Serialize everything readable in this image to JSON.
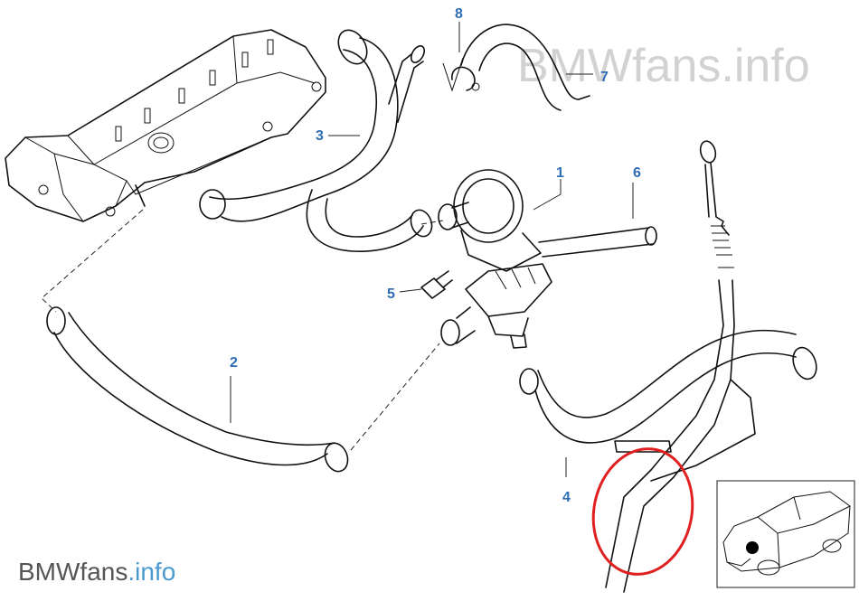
{
  "callouts": {
    "c1": "1",
    "c2": "2",
    "c3": "3",
    "c4": "4",
    "c5": "5",
    "c6": "6",
    "c7": "7",
    "c8": "8"
  },
  "watermark": {
    "top": "BMWfans.info",
    "bottom_brand": "BMWfans",
    "bottom_tld": ".info"
  },
  "colors": {
    "callout": "#2e6db4",
    "highlight": "#e02020",
    "line": "#111111"
  },
  "icons": {
    "thumbnail": "car-location-thumbnail-icon",
    "highlight": "red-circle-highlight"
  }
}
